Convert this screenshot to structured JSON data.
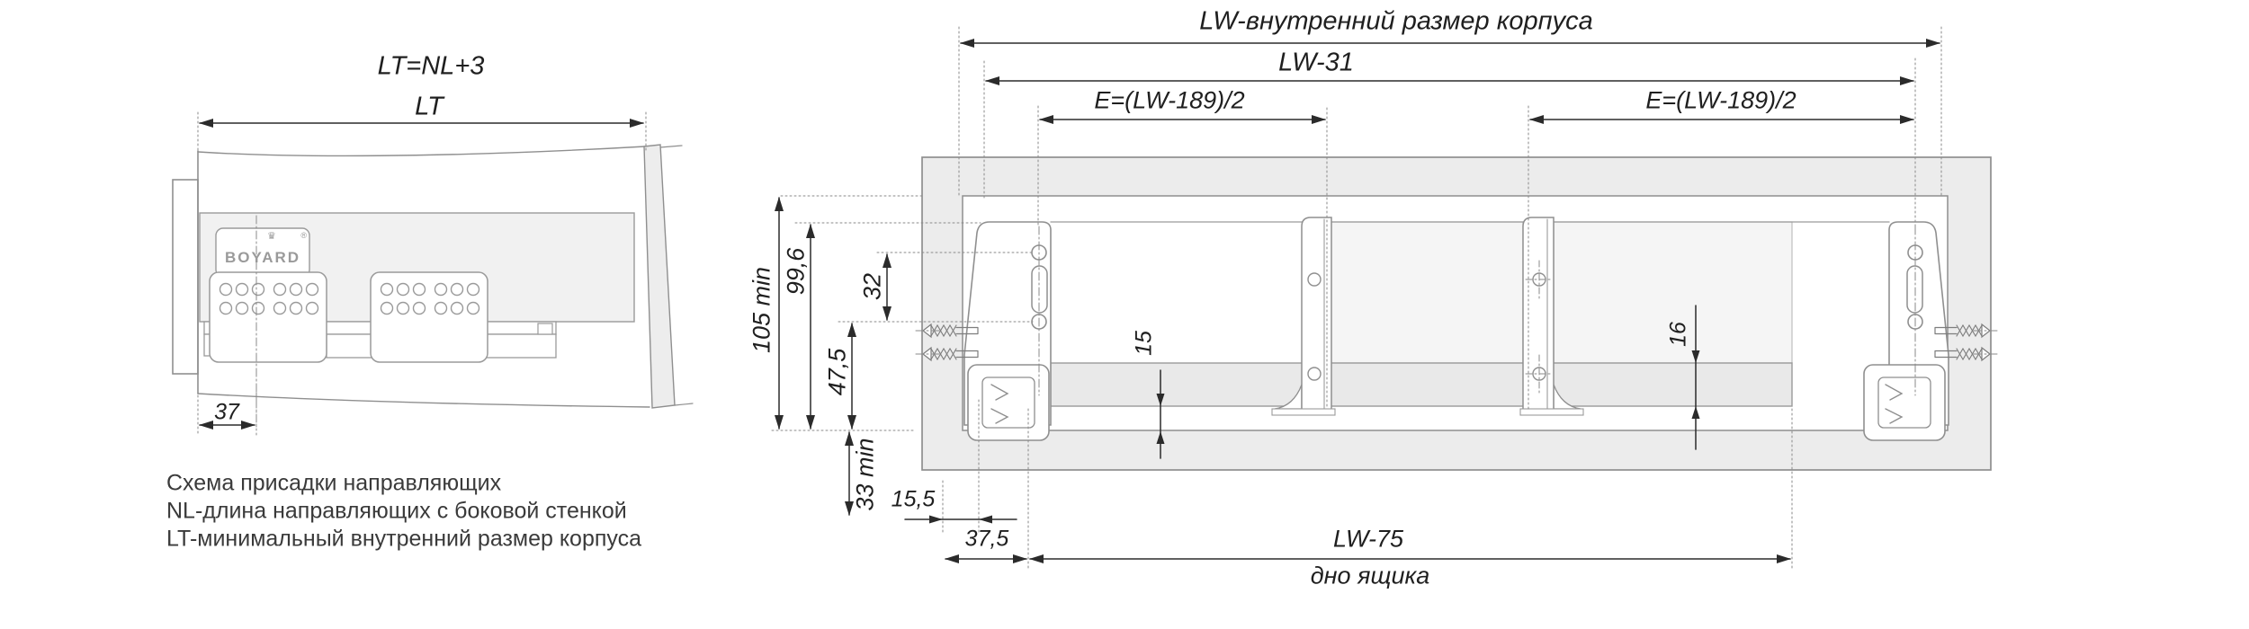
{
  "figure_left": {
    "formula_label": "LT=NL+3",
    "lt_label": "LT",
    "dim_37": "37",
    "brand": "BOYARD",
    "registered_mark": "®",
    "crown_icon_glyph": "♛",
    "caption_line1": "Схема присадки направляющих",
    "caption_line2": "NL-длина направляющих с боковой стенкой",
    "caption_line3": "LT-минимальный внутренний размер корпуса"
  },
  "figure_right": {
    "dim_lw": "LW-внутренний размер корпуса",
    "dim_lw31": "LW-31",
    "dim_e_left": "E=(LW-189)/2",
    "dim_e_right": "E=(LW-189)/2",
    "dim_105min": "105 min",
    "dim_99_6": "99,6",
    "dim_47_5": "47,5",
    "dim_32": "32",
    "dim_33min": "33 min",
    "dim_15_5": "15,5",
    "dim_37_5": "37,5",
    "dim_15": "15",
    "dim_16": "16",
    "dim_lw75": "LW-75",
    "drawer_bottom_label": "дно ящика"
  },
  "colors": {
    "drawing_line": "#8f8f8f",
    "dimension_line": "#2b2b2b",
    "panel_fill": "#ececec",
    "caption_text": "#3a3a3a"
  }
}
